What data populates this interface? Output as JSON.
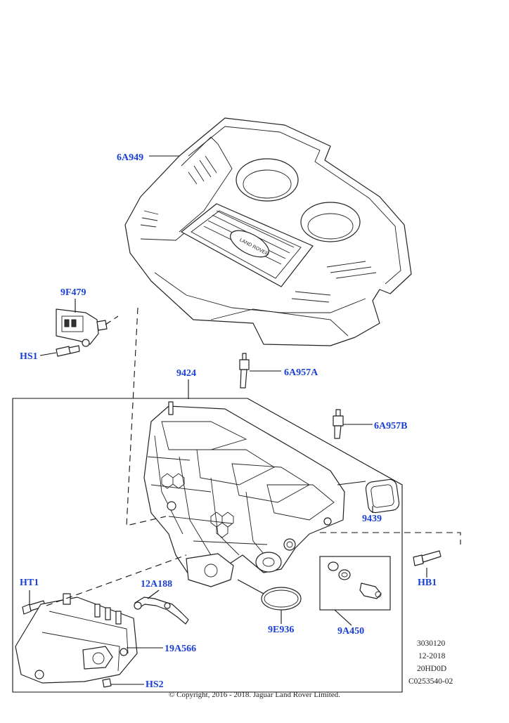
{
  "callouts": {
    "engine_cover": "6A949",
    "map_sensor": "9F479",
    "sensor_bolt": "HS1",
    "intake_manifold": "9424",
    "stud_a": "6A957A",
    "stud_b": "6A957B",
    "manifold_gasket": "9439",
    "manifold_bolt": "HB1",
    "bracket_bolt": "HT1",
    "tube": "12A188",
    "cooler": "19A566",
    "cooler_bolt": "HS2",
    "o_ring": "9E936",
    "valve_kit": "9A450"
  },
  "drawing_info": {
    "line1": "3030120",
    "line2": "12-2018",
    "line3": "20HD0D",
    "line4": "C0253540-02"
  },
  "copyright": "© Copyright, 2016 - 2018. Jaguar Land Rover Limited.",
  "colors": {
    "callout": "#1a3fd6",
    "line": "#222222",
    "background": "#ffffff"
  },
  "logo_text": "LAND ROVER"
}
